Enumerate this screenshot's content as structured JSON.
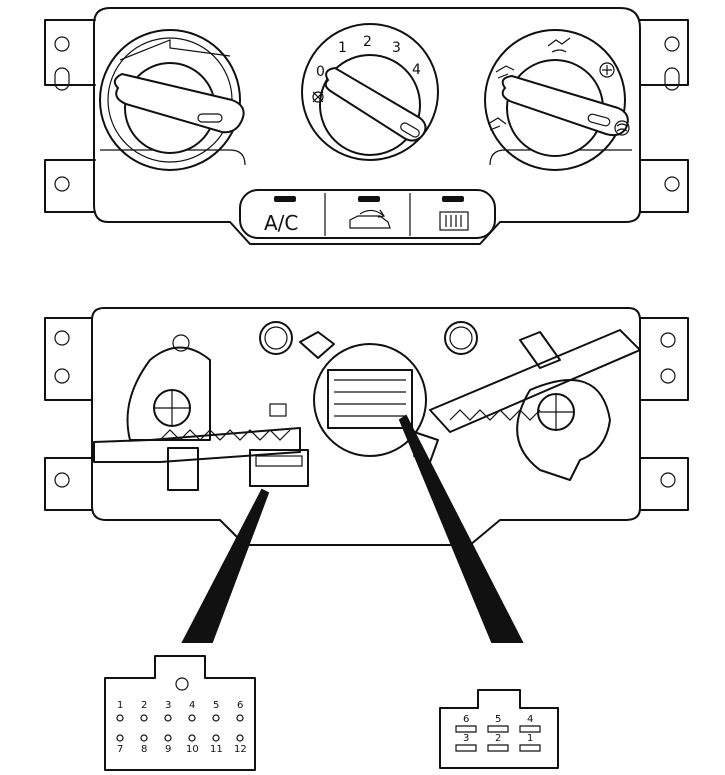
{
  "top_panel": {
    "fan_dial": {
      "labels": [
        "0",
        "1",
        "2",
        "3",
        "4"
      ]
    },
    "buttons": [
      {
        "label": "A/C",
        "icon": "ac-text"
      },
      {
        "label": "",
        "icon": "recirculation-car-icon"
      },
      {
        "label": "",
        "icon": "rear-defrost-icon"
      }
    ]
  },
  "connectors": {
    "large": {
      "top_row": [
        "1",
        "2",
        "3",
        "4",
        "5",
        "6"
      ],
      "bottom_row": [
        "7",
        "8",
        "9",
        "10",
        "11",
        "12"
      ]
    },
    "small": {
      "top_row": [
        "6",
        "5",
        "4"
      ],
      "bottom_row": [
        "3",
        "2",
        "1"
      ]
    }
  }
}
